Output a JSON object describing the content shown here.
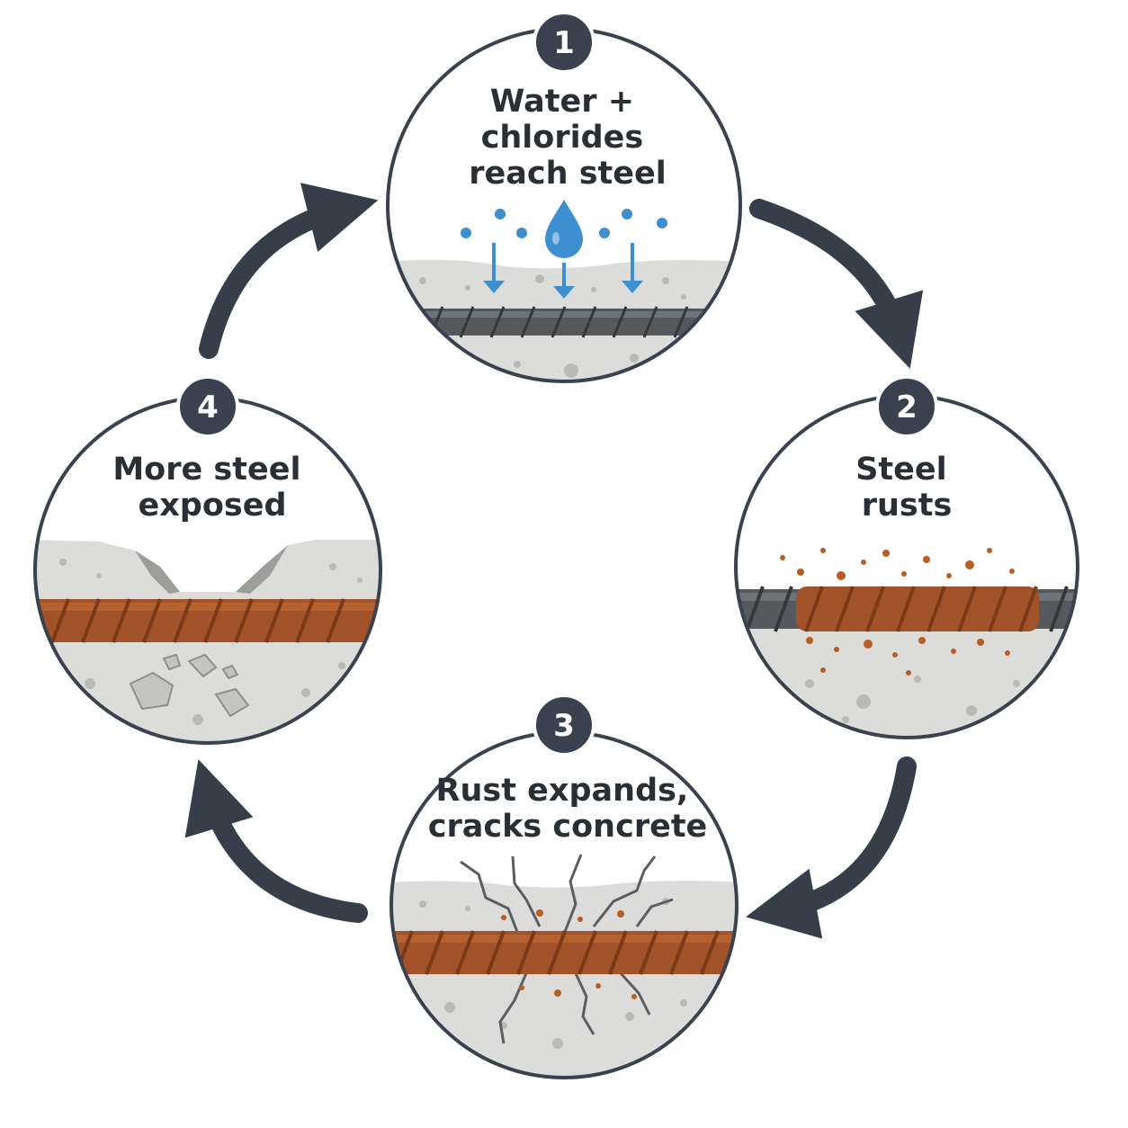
{
  "colors": {
    "outline": "#3a4250",
    "arrow": "#363e4a",
    "concrete": "#dcdcda",
    "concrete_speck": "#b9b9b7",
    "steel": "#55595e",
    "rust": "#a2532a",
    "water": "#3d8fd0"
  },
  "steps": [
    {
      "number": "1",
      "lines": [
        "Water +",
        "chlorides",
        "reach steel"
      ],
      "illustration": "water-drop-on-concrete"
    },
    {
      "number": "2",
      "lines": [
        "Steel",
        "rusts"
      ],
      "illustration": "rusting-rebar"
    },
    {
      "number": "3",
      "lines": [
        "Rust expands,",
        "cracks concrete"
      ],
      "illustration": "cracked-concrete"
    },
    {
      "number": "4",
      "lines": [
        "More steel",
        "exposed"
      ],
      "illustration": "spalled-concrete"
    }
  ],
  "arrows": [
    "arrow-1-to-2",
    "arrow-2-to-3",
    "arrow-3-to-4",
    "arrow-4-to-1"
  ]
}
